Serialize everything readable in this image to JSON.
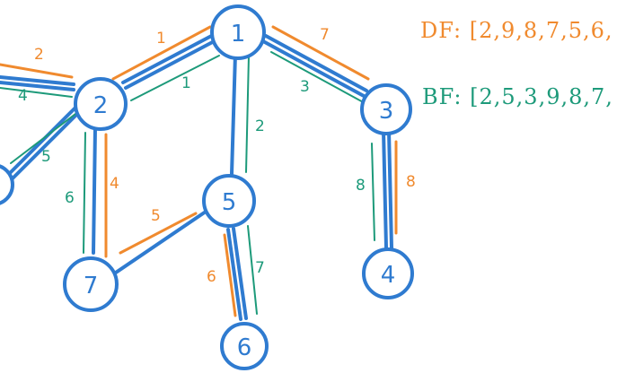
{
  "graph": {
    "nodes": [
      "1",
      "2",
      "3",
      "4",
      "5",
      "6",
      "7"
    ],
    "edges": [
      [
        "1",
        "2"
      ],
      [
        "1",
        "3"
      ],
      [
        "1",
        "5"
      ],
      [
        "2",
        "7"
      ],
      [
        "7",
        "5"
      ],
      [
        "5",
        "6"
      ],
      [
        "3",
        "4"
      ]
    ]
  },
  "dfs_steps": [
    {
      "label": "2"
    },
    {
      "label": "1"
    },
    {
      "label": "7"
    },
    {
      "label": "4"
    },
    {
      "label": "5"
    },
    {
      "label": "6"
    },
    {
      "label": "8"
    }
  ],
  "bfs_steps": [
    {
      "label": "4"
    },
    {
      "label": "1"
    },
    {
      "label": "3"
    },
    {
      "label": "2"
    },
    {
      "label": "6"
    },
    {
      "label": "7"
    },
    {
      "label": "8"
    },
    {
      "label": "5"
    }
  ],
  "sequences": {
    "df": "DF: [2,9,8,7,5,6,",
    "bf": "BF: [2,5,3,9,8,7,"
  },
  "colors": {
    "graph": "#2f7bd0",
    "df": "#f08a2e",
    "bf": "#1d9a7a"
  }
}
